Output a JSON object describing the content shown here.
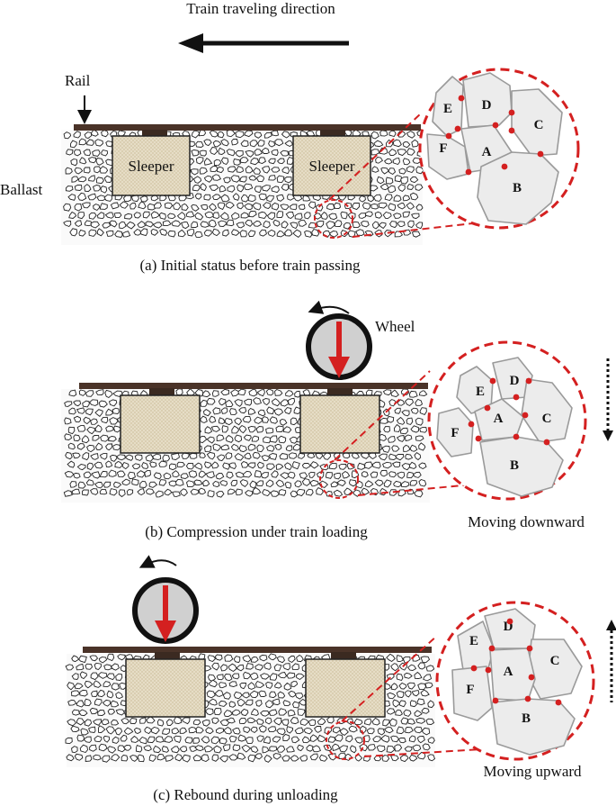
{
  "header": {
    "direction_label": "Train traveling direction"
  },
  "labels": {
    "rail": "Rail",
    "ballast": "Ballast",
    "sleeper": "Sleeper",
    "wheel": "Wheel"
  },
  "panels": [
    {
      "id": "a",
      "caption": "(a) Initial status before train passing",
      "motion_label": ""
    },
    {
      "id": "b",
      "caption": "(b) Compression under train loading",
      "motion_label": "Moving downward"
    },
    {
      "id": "c",
      "caption": "(c) Rebound during unloading",
      "motion_label": "Moving upward"
    }
  ],
  "particles": [
    "A",
    "B",
    "C",
    "D",
    "E",
    "F"
  ],
  "colors": {
    "rail": "#4a3328",
    "sleeper": "#e6dcc6",
    "highlight": "#d42020",
    "particle_fill": "#ececec",
    "particle_stroke": "#9a9a9a",
    "wheel_fill": "#d0d0d0"
  }
}
